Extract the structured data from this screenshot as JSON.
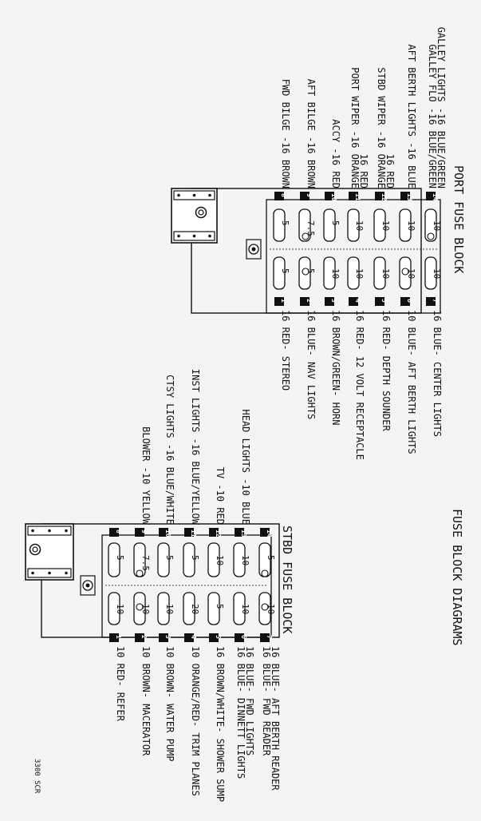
{
  "page_title": "FUSE BLOCK DIAGRAMS",
  "doc_code": "3300 SCR",
  "port": {
    "title": "PORT FUSE BLOCK",
    "left_labels": [
      {
        "pin": "14",
        "lines": [
          "GALLEY FLO -16 BLUE/GREEN",
          "GALLEY LIGHTS -16 BLUE/GREEN"
        ]
      },
      {
        "pin": "13",
        "lines": [
          "AFT BERTH LIGHTS -16 BLUE"
        ]
      },
      {
        "pin": "12",
        "lines": [
          "STBD WIPER -16 ORANGE",
          "16 RED"
        ]
      },
      {
        "pin": "11",
        "lines": [
          "PORT WIPER -16 ORANGE",
          "16 RED"
        ]
      },
      {
        "pin": "10",
        "lines": [
          "ACCY -16 RED"
        ]
      },
      {
        "pin": "9",
        "lines": [
          "AFT BILGE -16 BROWN"
        ]
      },
      {
        "pin": "8",
        "lines": [
          "FWD BILGE -16 BROWN"
        ]
      }
    ],
    "right_labels": [
      {
        "pin": "7",
        "lines": [
          "16 BLUE- CENTER LIGHTS"
        ]
      },
      {
        "pin": "6",
        "lines": [
          "10 BLUE- AFT BERTH LIGHTS"
        ]
      },
      {
        "pin": "5",
        "lines": [
          "16 RED- DEPTH SOUNDER"
        ]
      },
      {
        "pin": "4",
        "lines": [
          "16 RED- 12 VOLT RECEPTACLE"
        ]
      },
      {
        "pin": "3",
        "lines": [
          "16 BROWN/GREEN- HORN"
        ]
      },
      {
        "pin": "2",
        "lines": [
          "16 BLUE- NAV LIGHTS"
        ]
      },
      {
        "pin": "1",
        "lines": [
          "16 RED- STEREO"
        ]
      }
    ],
    "fuses_top": [
      "10",
      "10",
      "10",
      "10",
      "5",
      "7.5",
      "5"
    ],
    "fuses_bottom": [
      "10",
      "10",
      "10",
      "10",
      "10",
      "5",
      "5"
    ]
  },
  "stbd": {
    "title": "STBD FUSE BLOCK",
    "left_labels": [
      {
        "pin": "14",
        "lines": []
      },
      {
        "pin": "13",
        "lines": [
          "HEAD LIGHTS -10 BLUE"
        ]
      },
      {
        "pin": "12",
        "lines": [
          "TV -10 RED"
        ]
      },
      {
        "pin": "11",
        "lines": [
          "INST LIGHTS -16 BLUE/YELLOW"
        ]
      },
      {
        "pin": "10",
        "lines": [
          "CTSY LIGHTS -16 BLUE/WHITE"
        ]
      },
      {
        "pin": "9",
        "lines": [
          "BLOWER -10 YELLOW"
        ]
      },
      {
        "pin": "8",
        "lines": []
      }
    ],
    "right_labels": [
      {
        "pin": "7",
        "lines": [
          "16 BLUE- FWD READER",
          "16 BLUE- AFT BERTH READER"
        ]
      },
      {
        "pin": "6",
        "lines": [
          "16 BLUE- DINNETT LIGHTS",
          "16 BLUE- FWD LIGHTS"
        ]
      },
      {
        "pin": "5",
        "lines": [
          "16 BROWN/WHITE- SHOWER SUMP"
        ]
      },
      {
        "pin": "4",
        "lines": [
          "10 ORANGE/RED- TRIM PLANES"
        ]
      },
      {
        "pin": "3",
        "lines": [
          "10 BROWN- WATER PUMP"
        ]
      },
      {
        "pin": "2",
        "lines": [
          "10 BROWN- MACERATOR"
        ]
      },
      {
        "pin": "1",
        "lines": [
          "10 RED- REFER"
        ]
      }
    ],
    "fuses_top": [
      "5",
      "10",
      "10",
      "5",
      "5",
      "7.5",
      "5"
    ],
    "fuses_bottom": [
      "10",
      "10",
      "5",
      "20",
      "10",
      "10",
      "10"
    ]
  }
}
